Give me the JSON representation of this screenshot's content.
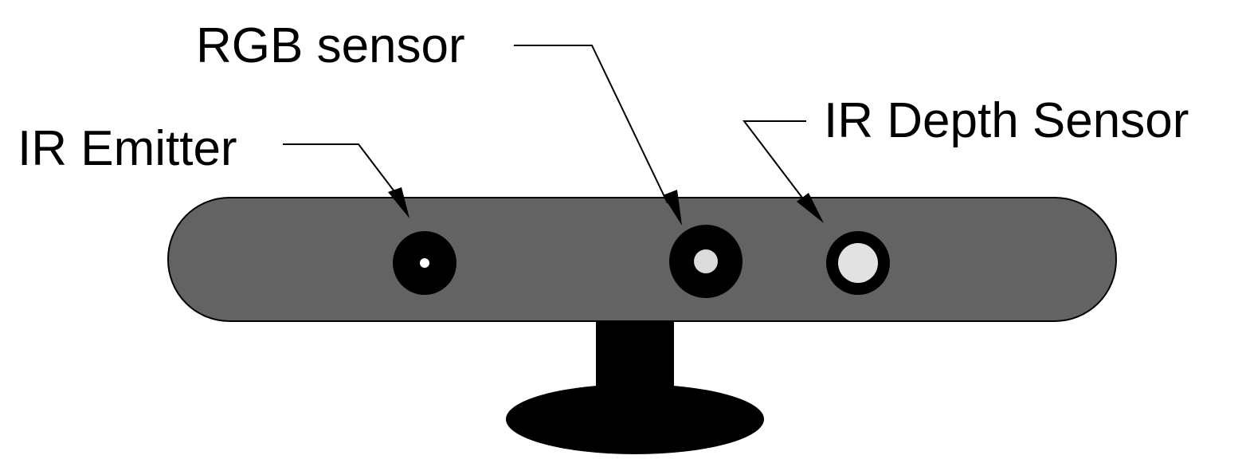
{
  "labels": {
    "ir_emitter": "IR Emitter",
    "rgb_sensor": "RGB sensor",
    "ir_depth_sensor": "IR Depth Sensor"
  },
  "colors": {
    "background": "#ffffff",
    "body": "#636363",
    "outline": "#000000",
    "lens_ring": "#000000",
    "emitter_dot": "#ffffff",
    "rgb_lens": "#dcdcdc",
    "depth_lens": "#e2e2e2",
    "stand": "#000000",
    "leader": "#000000",
    "text": "#000000"
  }
}
